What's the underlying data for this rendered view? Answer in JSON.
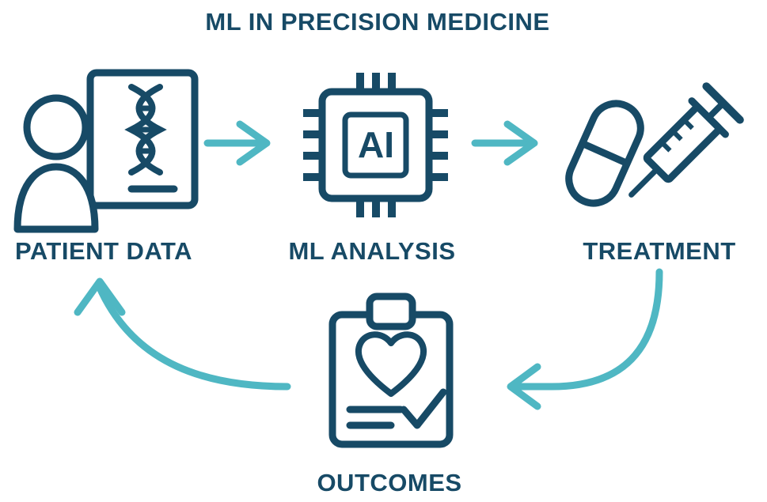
{
  "title": "ML IN PRECISION MEDICINE",
  "colors": {
    "icon_navy": "#174a66",
    "arrow_teal": "#4fb7c3",
    "background": "#ffffff"
  },
  "nodes": {
    "patient_data": {
      "label": "PATIENT DATA",
      "icon": "patient-with-dna-card-icon"
    },
    "ml_analysis": {
      "label": "ML ANALYSIS",
      "icon": "ai-chip-icon",
      "chip_text": "AI"
    },
    "treatment": {
      "label": "TREATMENT",
      "icon": "capsule-and-syringe-icon"
    },
    "outcomes": {
      "label": "OUTCOMES",
      "icon": "health-report-clipboard-icon"
    }
  },
  "edges": [
    {
      "from": "PATIENT DATA",
      "to": "ML ANALYSIS",
      "style": "straight-right-arrow"
    },
    {
      "from": "ML ANALYSIS",
      "to": "TREATMENT",
      "style": "straight-right-arrow"
    },
    {
      "from": "TREATMENT",
      "to": "OUTCOMES",
      "style": "curved-down-left-arrow"
    },
    {
      "from": "OUTCOMES",
      "to": "PATIENT DATA",
      "style": "curved-up-left-arrow"
    }
  ]
}
